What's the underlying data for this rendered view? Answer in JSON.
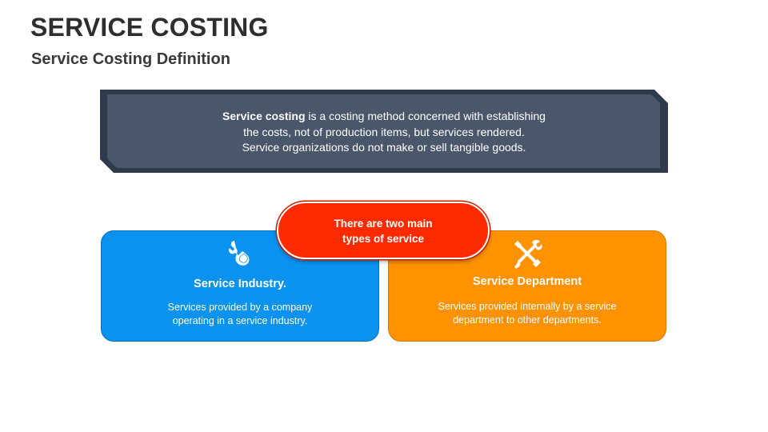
{
  "header": {
    "title": "SERVICE COSTING",
    "subtitle": "Service Costing Definition"
  },
  "definition": {
    "term": "Service costing",
    "line1_rest": " is a costing method concerned with establishing",
    "line2": "the costs, not of production items, but services rendered.",
    "line3": "Service organizations do not make or sell tangible goods."
  },
  "center": {
    "line1": "There are two main",
    "line2": "types of service"
  },
  "cards": [
    {
      "heading": "Service Industry.",
      "body_line1": "Services provided by a company",
      "body_line2": "operating in a service industry.",
      "icon": "wrench-hand-icon",
      "color": "#0a92f0"
    },
    {
      "heading": "Service Department",
      "body_line1": "Services provided internally by a service",
      "body_line2": "department to other departments.",
      "icon": "crossed-tools-icon",
      "color": "#ff9200"
    }
  ],
  "colors": {
    "definition_box": "#475569",
    "center_pill": "#ff2a00",
    "title_text": "#2e2e2e"
  }
}
